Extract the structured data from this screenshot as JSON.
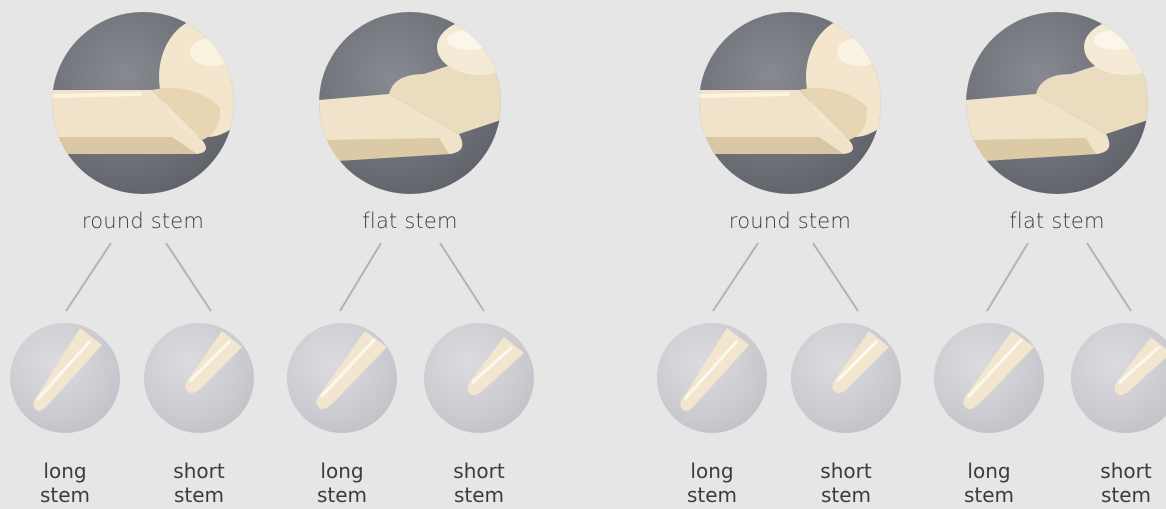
{
  "panels": [
    {
      "branches": [
        {
          "label": "round stem",
          "icon": "round-stem-photo",
          "children": [
            {
              "line1": "long",
              "line2": "stem",
              "icon": "long-stem-tip-photo"
            },
            {
              "line1": "short",
              "line2": "stem",
              "icon": "short-stem-tip-photo"
            }
          ]
        },
        {
          "label": "flat stem",
          "icon": "flat-stem-photo",
          "children": [
            {
              "line1": "long",
              "line2": "stem",
              "icon": "long-stem-tip-photo"
            },
            {
              "line1": "short",
              "line2": "stem",
              "icon": "short-stem-tip-photo"
            }
          ]
        }
      ]
    },
    {
      "branches": [
        {
          "label": "round stem",
          "icon": "round-stem-photo",
          "children": [
            {
              "line1": "long",
              "line2": "stem",
              "icon": "long-stem-tip-photo"
            },
            {
              "line1": "short",
              "line2": "stem",
              "icon": "short-stem-tip-photo"
            }
          ]
        },
        {
          "label": "flat stem",
          "icon": "flat-stem-photo",
          "children": [
            {
              "line1": "long",
              "line2": "stem",
              "icon": "long-stem-tip-photo"
            },
            {
              "line1": "short",
              "line2": "stem",
              "icon": "short-stem-tip-photo"
            }
          ]
        }
      ]
    }
  ],
  "colors": {
    "background": "#e6e6e6",
    "connector": "#b3b3b3",
    "ivory": "#efe0c4",
    "text": "#3c3c3c"
  }
}
